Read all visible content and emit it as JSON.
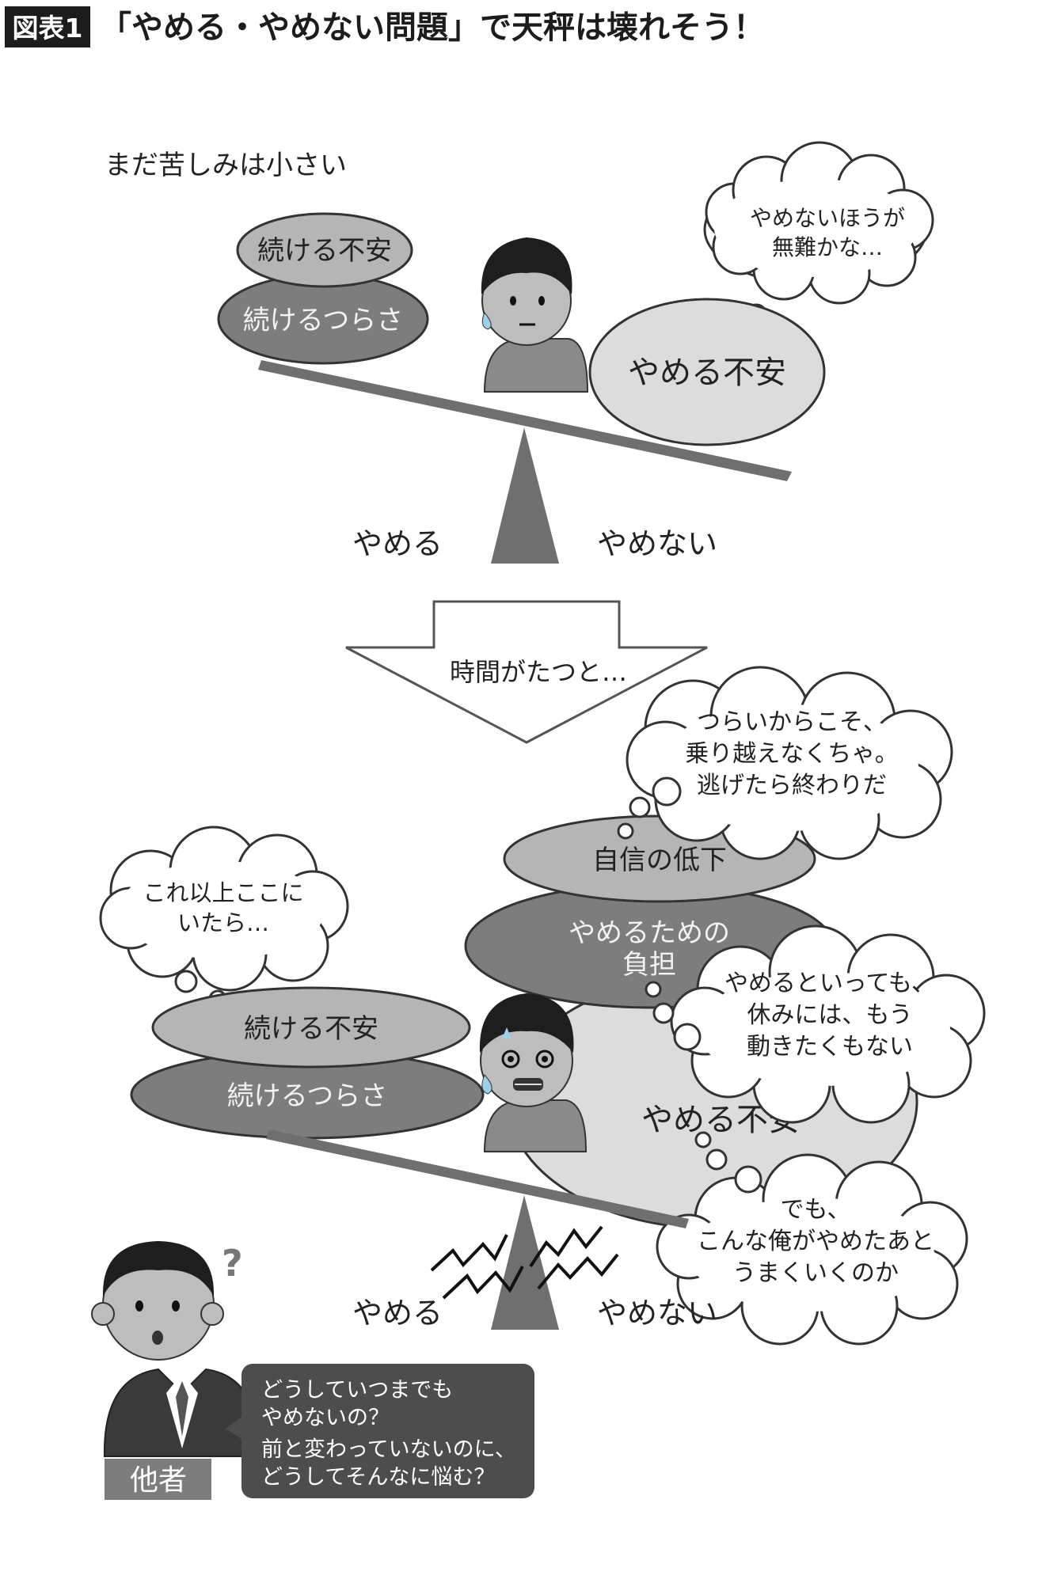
{
  "header": {
    "label": "図表1",
    "title": "「やめる・やめない問題」で天秤は壊れそう！"
  },
  "top_scene": {
    "caption": "まだ苦しみは小さい",
    "left_upper_oval": "続ける不安",
    "left_lower_oval": "続けるつらさ",
    "right_oval": "やめる不安",
    "thought": [
      "やめないほうが",
      "無難かな…"
    ],
    "label_left": "やめる",
    "label_right": "やめない"
  },
  "transition": {
    "label": "時間がたつと…"
  },
  "bottom_scene": {
    "thought_top": [
      "つらいからこそ、",
      "乗り越えなくちゃ。",
      "逃げたら終わりだ"
    ],
    "oval_confidence": "自信の低下",
    "oval_burden": [
      "やめるための",
      "負担"
    ],
    "thought_left": [
      "これ以上ここに",
      "いたら…"
    ],
    "left_upper_oval": "続ける不安",
    "left_lower_oval": "続けるつらさ",
    "thought_right": [
      "やめるといっても、",
      "休みには、もう",
      "動きたくもない"
    ],
    "big_oval": "やめる不安",
    "thought_bottom": [
      "でも、",
      "こんな俺がやめたあと",
      "うまくいくのか"
    ],
    "label_left": "やめる",
    "label_right": "やめない"
  },
  "other_person": {
    "tag": "他者",
    "speech": [
      "どうしていつまでも",
      "やめないの？",
      "前と変わっていないのに、",
      "どうしてそんなに悩む？"
    ]
  },
  "colors": {
    "dark": "#222222",
    "oval_light": "#b5b5b5",
    "oval_dark": "#7d7d7d",
    "oval_pale": "#d9d9d9",
    "beam": "#6f6f6f",
    "speech_bg": "#4d4d4d"
  }
}
